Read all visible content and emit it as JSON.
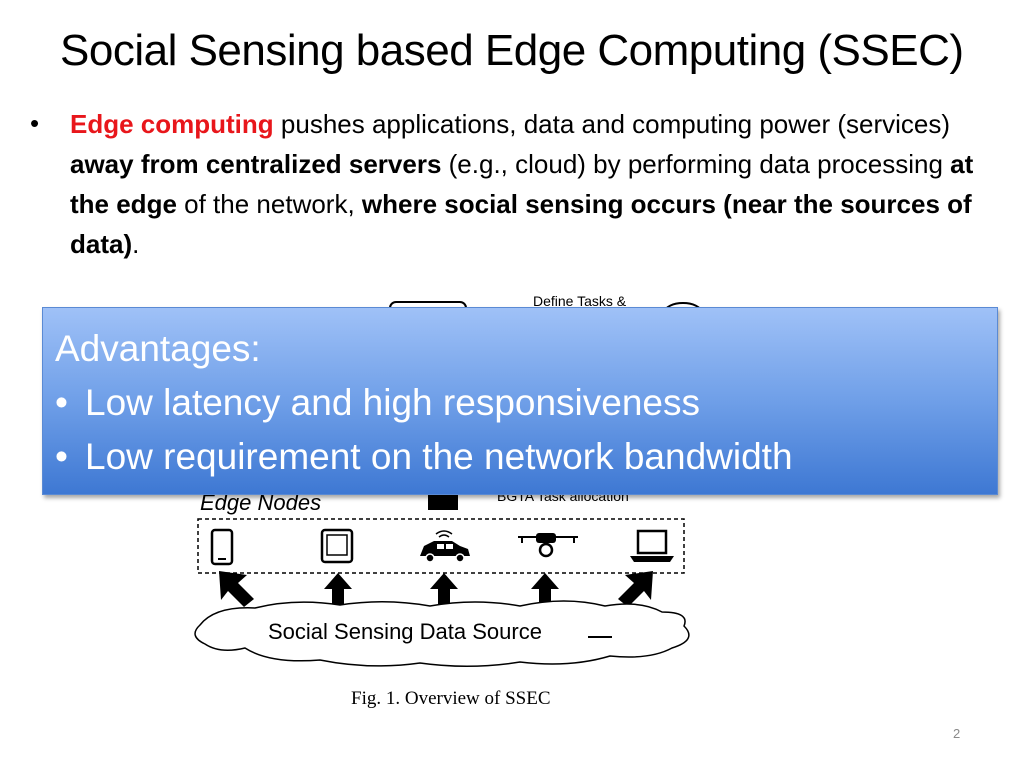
{
  "slide": {
    "title": "Social Sensing based Edge Computing (SSEC)",
    "bullet": {
      "symbol": "•",
      "term": "Edge computing",
      "part1": " pushes applications, data and computing power (services) ",
      "bold1": "away from centralized servers",
      "part2": " (e.g., cloud) by performing data processing ",
      "bold2": "at the edge",
      "part3": " of the network, ",
      "bold3": "where social sensing occurs (near the sources of data)",
      "end": "."
    },
    "page_number": "2"
  },
  "figure": {
    "define_label": "Define Tasks &",
    "bgta_label": "BGTA Task allocation",
    "edge_nodes_label": "Edge Nodes",
    "source_label": "Social Sensing Data Source",
    "caption": "Fig. 1.   Overview of SSEC",
    "device_icons": [
      "smartphone-icon",
      "tablet-icon",
      "car-icon",
      "drone-icon",
      "laptop-icon"
    ]
  },
  "advantages": {
    "heading": "Advantages:",
    "bullet_symbol": "•",
    "items": [
      "Low latency and high responsiveness",
      "Low requirement on the network bandwidth"
    ],
    "colors": {
      "top": "#9fc1f7",
      "bottom": "#3e78d3"
    }
  },
  "colors": {
    "accent_red": "#e8161b"
  }
}
